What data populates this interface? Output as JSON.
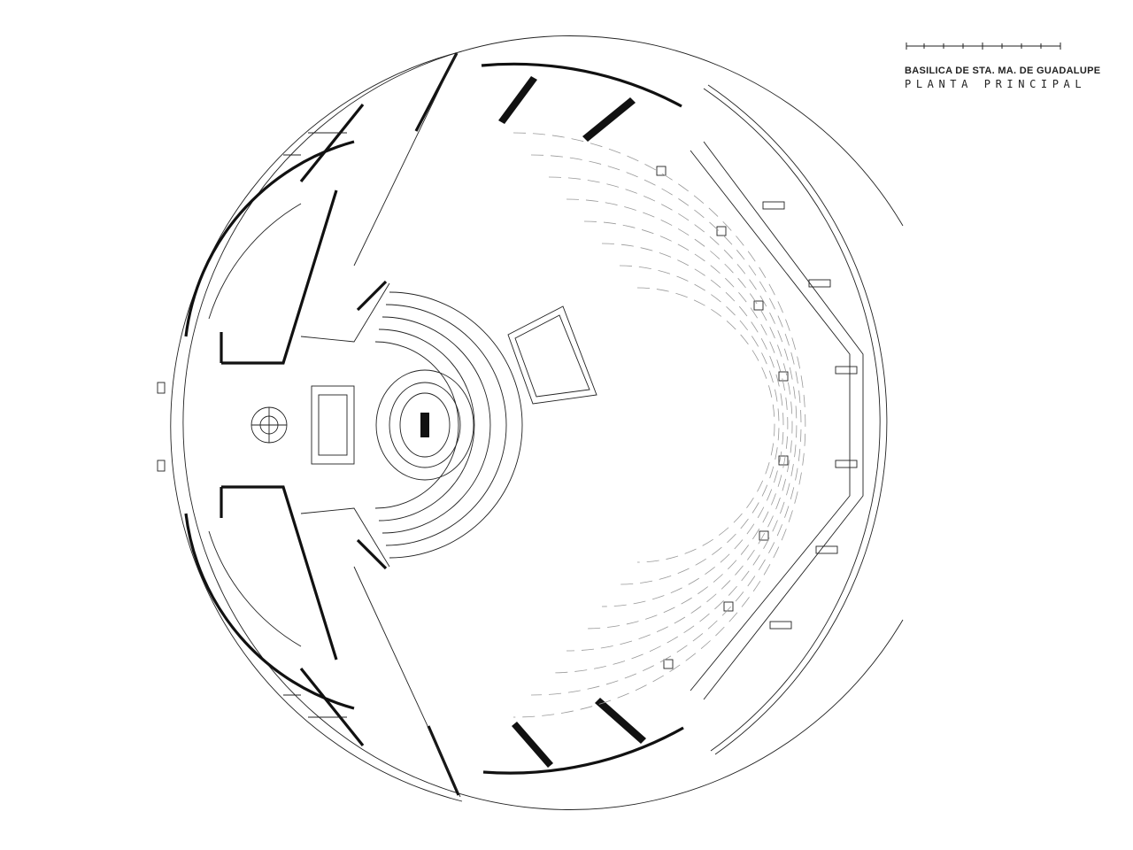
{
  "title": {
    "line1": "BASILICA DE STA. MA. DE GUADALUPE",
    "line2": "PLANTA PRINCIPAL"
  },
  "scale_bar": {
    "segments": 8
  }
}
